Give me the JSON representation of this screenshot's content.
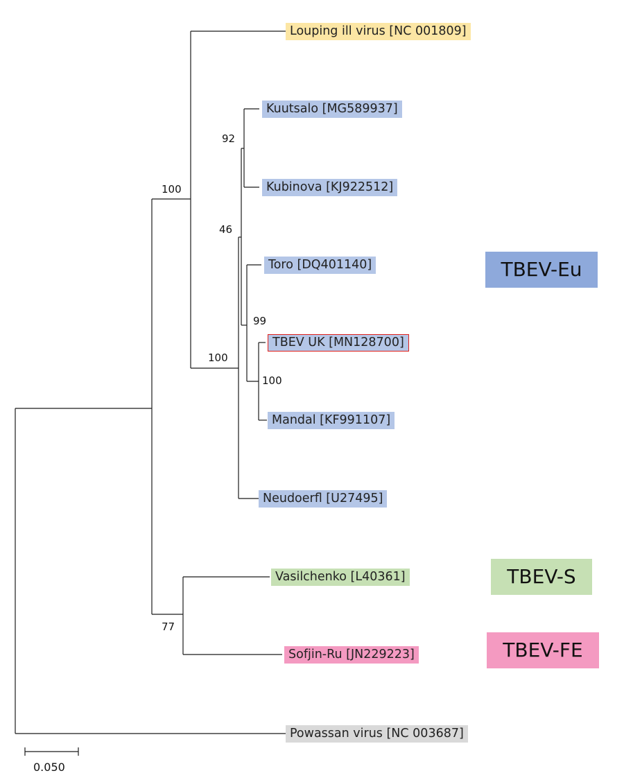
{
  "leaves": [
    {
      "id": "louping",
      "label": "Louping ill virus [NC 001809]",
      "color": "#fce6a4"
    },
    {
      "id": "kuutsalo",
      "label": "Kuutsalo [MG589937]",
      "color": "#b4c6e7"
    },
    {
      "id": "kubinova",
      "label": "Kubinova [KJ922512]",
      "color": "#b4c6e7"
    },
    {
      "id": "toro",
      "label": "Toro [DQ401140]",
      "color": "#b4c6e7"
    },
    {
      "id": "tbevuk",
      "label": "TBEV UK [MN128700]",
      "color": "#b4c6e7",
      "outline": "#e0201a"
    },
    {
      "id": "mandal",
      "label": "Mandal [KF991107]",
      "color": "#b4c6e7"
    },
    {
      "id": "neudoerfl",
      "label": "Neudoerfl [U27495]",
      "color": "#b4c6e7"
    },
    {
      "id": "vasilchenko",
      "label": "Vasilchenko [L40361]",
      "color": "#c6e0b4"
    },
    {
      "id": "sofjin",
      "label": "Sofjin-Ru [JN229223]",
      "color": "#f49ac1"
    },
    {
      "id": "powassan",
      "label": "Powassan virus [NC 003687]",
      "color": "#d9d9d9"
    }
  ],
  "bootstrap": {
    "n100_top": "100",
    "n92": "92",
    "n46": "46",
    "n99": "99",
    "n100_eu": "100",
    "n100_uk": "100",
    "n77": "77"
  },
  "clades": [
    {
      "id": "eu",
      "label": "TBEV-Eu",
      "color": "#8ea9db"
    },
    {
      "id": "s",
      "label": "TBEV-S",
      "color": "#c6e0b4"
    },
    {
      "id": "fe",
      "label": "TBEV-FE",
      "color": "#f49ac1"
    }
  ],
  "scale_bar": {
    "label": "0.050"
  }
}
